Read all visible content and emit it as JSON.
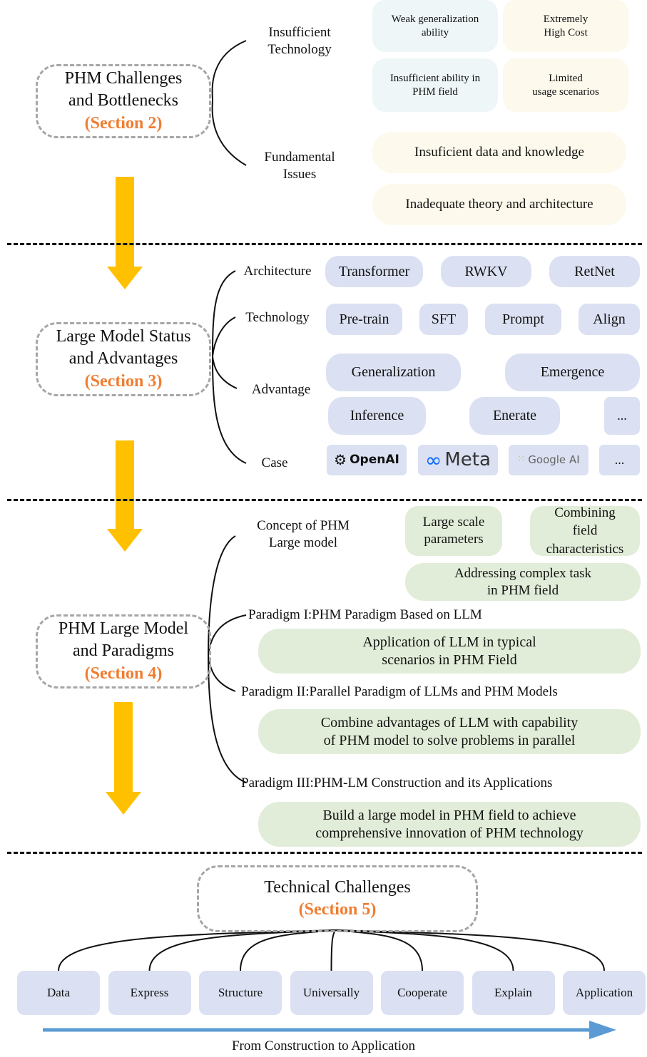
{
  "section2": {
    "title_line1": "PHM Challenges",
    "title_line2": "and Bottlenecks",
    "section": "(Section 2)",
    "branches": [
      {
        "label_line1": "Insufficient",
        "label_line2": "Technology"
      },
      {
        "label_line1": "Fundamental",
        "label_line2": "Issues"
      }
    ],
    "tech_items": [
      {
        "line1": "Weak generalization",
        "line2": "ability"
      },
      {
        "line1": "Extremely",
        "line2": "High Cost"
      },
      {
        "line1": "Insufficient ability in",
        "line2": "PHM field"
      },
      {
        "line1": "Limited",
        "line2": "usage scenarios"
      }
    ],
    "fundamental_items": [
      "Insuficient data and knowledge",
      "Inadequate theory and architecture"
    ]
  },
  "section3": {
    "title_line1": "Large Model Status",
    "title_line2": "and Advantages",
    "section": "(Section 3)",
    "branches": [
      "Architecture",
      "Technology",
      "Advantage",
      "Case"
    ],
    "architecture": [
      "Transformer",
      "RWKV",
      "RetNet"
    ],
    "technology": [
      "Pre-train",
      "SFT",
      "Prompt",
      "Align"
    ],
    "advantage": [
      "Generalization",
      "Emergence",
      "Inference",
      "Enerate",
      "..."
    ],
    "cases": [
      {
        "icon": "openai-logo-icon",
        "label": "OpenAI"
      },
      {
        "icon": "meta-logo-icon",
        "label": "Meta"
      },
      {
        "icon": "google-ai-logo-icon",
        "label": "Google AI"
      },
      {
        "icon": "",
        "label": "..."
      }
    ]
  },
  "section4": {
    "title_line1": "PHM Large Model",
    "title_line2": "and Paradigms",
    "section": "(Section 4)",
    "concept": {
      "label_line1": "Concept of PHM",
      "label_line2": "Large model"
    },
    "concept_items": [
      {
        "line1": "Large scale",
        "line2": "parameters",
        "line3": ""
      },
      {
        "line1": "Combining",
        "line2": "field",
        "line3": "characteristics"
      },
      {
        "line1": "Addressing complex task",
        "line2": "in PHM field",
        "line3": ""
      }
    ],
    "paradigms": [
      {
        "label": "Paradigm I:PHM Paradigm Based on LLM",
        "desc_line1": "Application of LLM in typical",
        "desc_line2": "scenarios in PHM Field"
      },
      {
        "label": "Paradigm II:Parallel Paradigm of LLMs and PHM Models",
        "desc_line1": "Combine advantages of LLM  with capability",
        "desc_line2": "of PHM model to solve problems in parallel"
      },
      {
        "label": "Paradigm III:PHM-LM Construction and its Applications",
        "desc_line1": "Build a large model in PHM field to achieve",
        "desc_line2": "comprehensive innovation of PHM technology"
      }
    ]
  },
  "section5": {
    "title": "Technical Challenges",
    "section": "(Section 5)",
    "items": [
      "Data",
      "Express",
      "Structure",
      "Universally",
      "Cooperate",
      "Explain",
      "Application"
    ],
    "flow_label": "From Construction to Application"
  },
  "colors": {
    "accent_orange": "#ef7d31",
    "arrow_yellow": "#ffc000",
    "flow_blue": "#5b9bd5"
  }
}
